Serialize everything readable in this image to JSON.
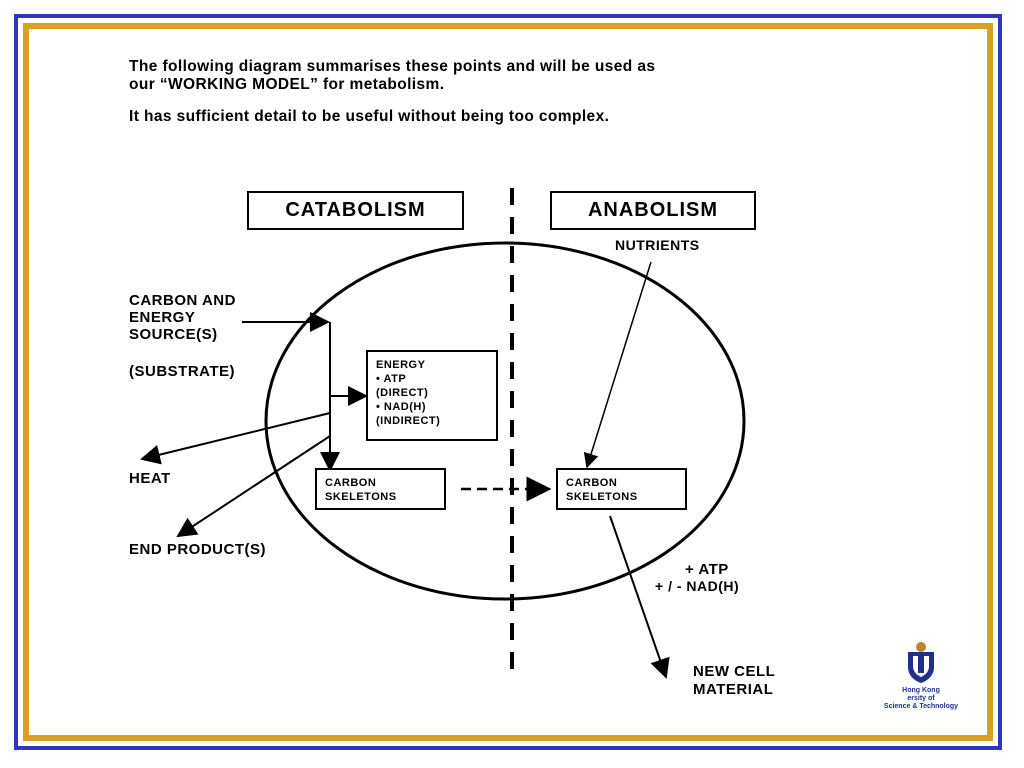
{
  "intro": {
    "line1": "The following diagram summarises these points and will be used as",
    "line2": "our “WORKING MODEL” for metabolism.",
    "line3": "It has sufficient detail to be useful without being too complex."
  },
  "sections": {
    "catabolism": "CATABOLISM",
    "anabolism": "ANABOLISM"
  },
  "inputs": {
    "carbon_energy": [
      "CARBON AND",
      "ENERGY",
      "SOURCE(S)"
    ],
    "substrate": "(SUBSTRATE)",
    "nutrients": "NUTRIENTS"
  },
  "energy_box": {
    "title": "ENERGY",
    "line1": "•   ATP",
    "line2": "(DIRECT)",
    "line3": "•   NAD(H)",
    "line4": "(INDIRECT)"
  },
  "skeleton_left": [
    "CARBON",
    "SKELETONS"
  ],
  "skeleton_right": [
    "CARBON",
    "SKELETONS"
  ],
  "outputs": {
    "heat": "HEAT",
    "end_products": "END PRODUCT(S)",
    "atp": "+ ATP",
    "nad": "+ / - NAD(H)",
    "new_cell": [
      "NEW CELL",
      "MATERIAL"
    ]
  },
  "logo": {
    "line1": "Hong Kong",
    "line2": "ersity of",
    "line3": "Science & Technology"
  },
  "colors": {
    "outer_border": "#2f36b8",
    "inner_border": "#d8a11e",
    "text": "#000000"
  }
}
